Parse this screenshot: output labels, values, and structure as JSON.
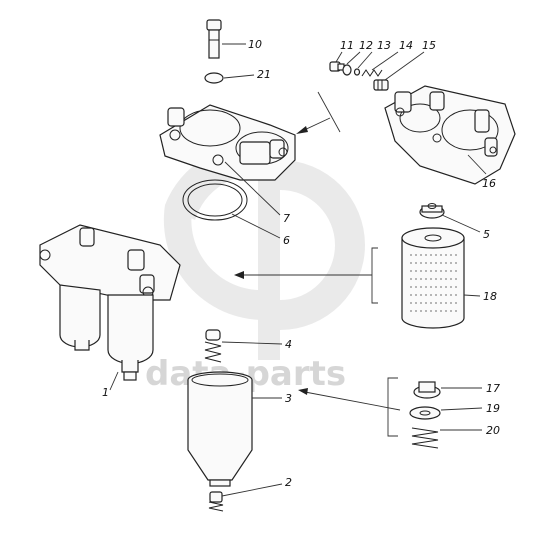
{
  "watermark": {
    "text": "data-parts"
  },
  "callouts": {
    "p1": "1",
    "p2": "2",
    "p3": "3",
    "p4": "4",
    "p5": "5",
    "p6": "6",
    "p7": "7",
    "p10": "10",
    "p11": "11",
    "p12": "12",
    "p13": "13",
    "p14": "14",
    "p15": "15",
    "p16": "16",
    "p17": "17",
    "p18": "18",
    "p19": "19",
    "p20": "20",
    "p21": "21"
  }
}
